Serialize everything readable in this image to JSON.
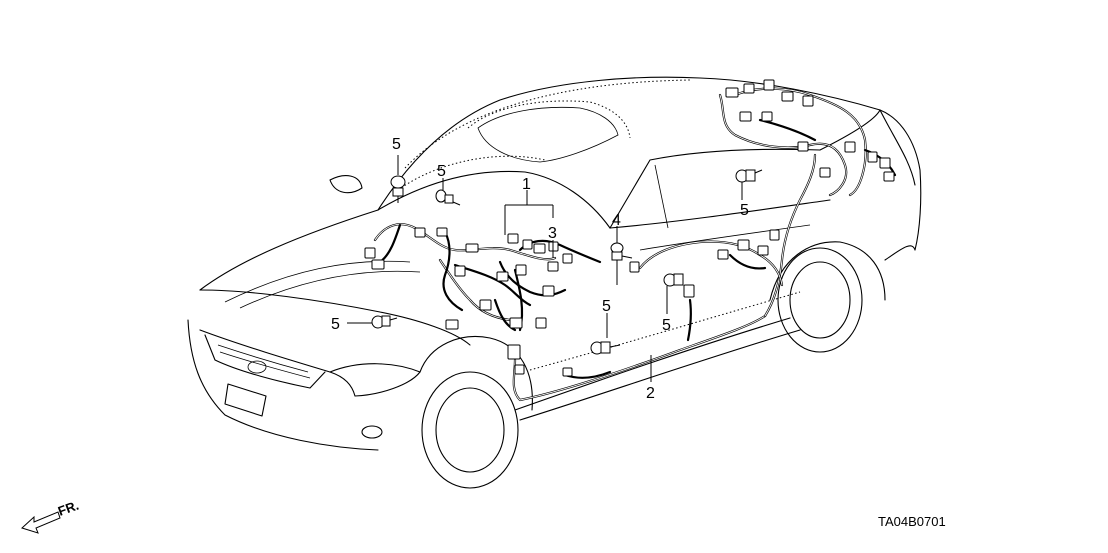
{
  "callouts": {
    "c1": "1",
    "c2": "2",
    "c3": "3",
    "c4": "4",
    "c5a": "5",
    "c5b": "5",
    "c5c": "5",
    "c5d": "5",
    "c5e": "5",
    "c5f": "5"
  },
  "diagram_code": "TA04B0701",
  "front_indicator": {
    "label": "FR.",
    "icon": "front-arrow-icon"
  }
}
